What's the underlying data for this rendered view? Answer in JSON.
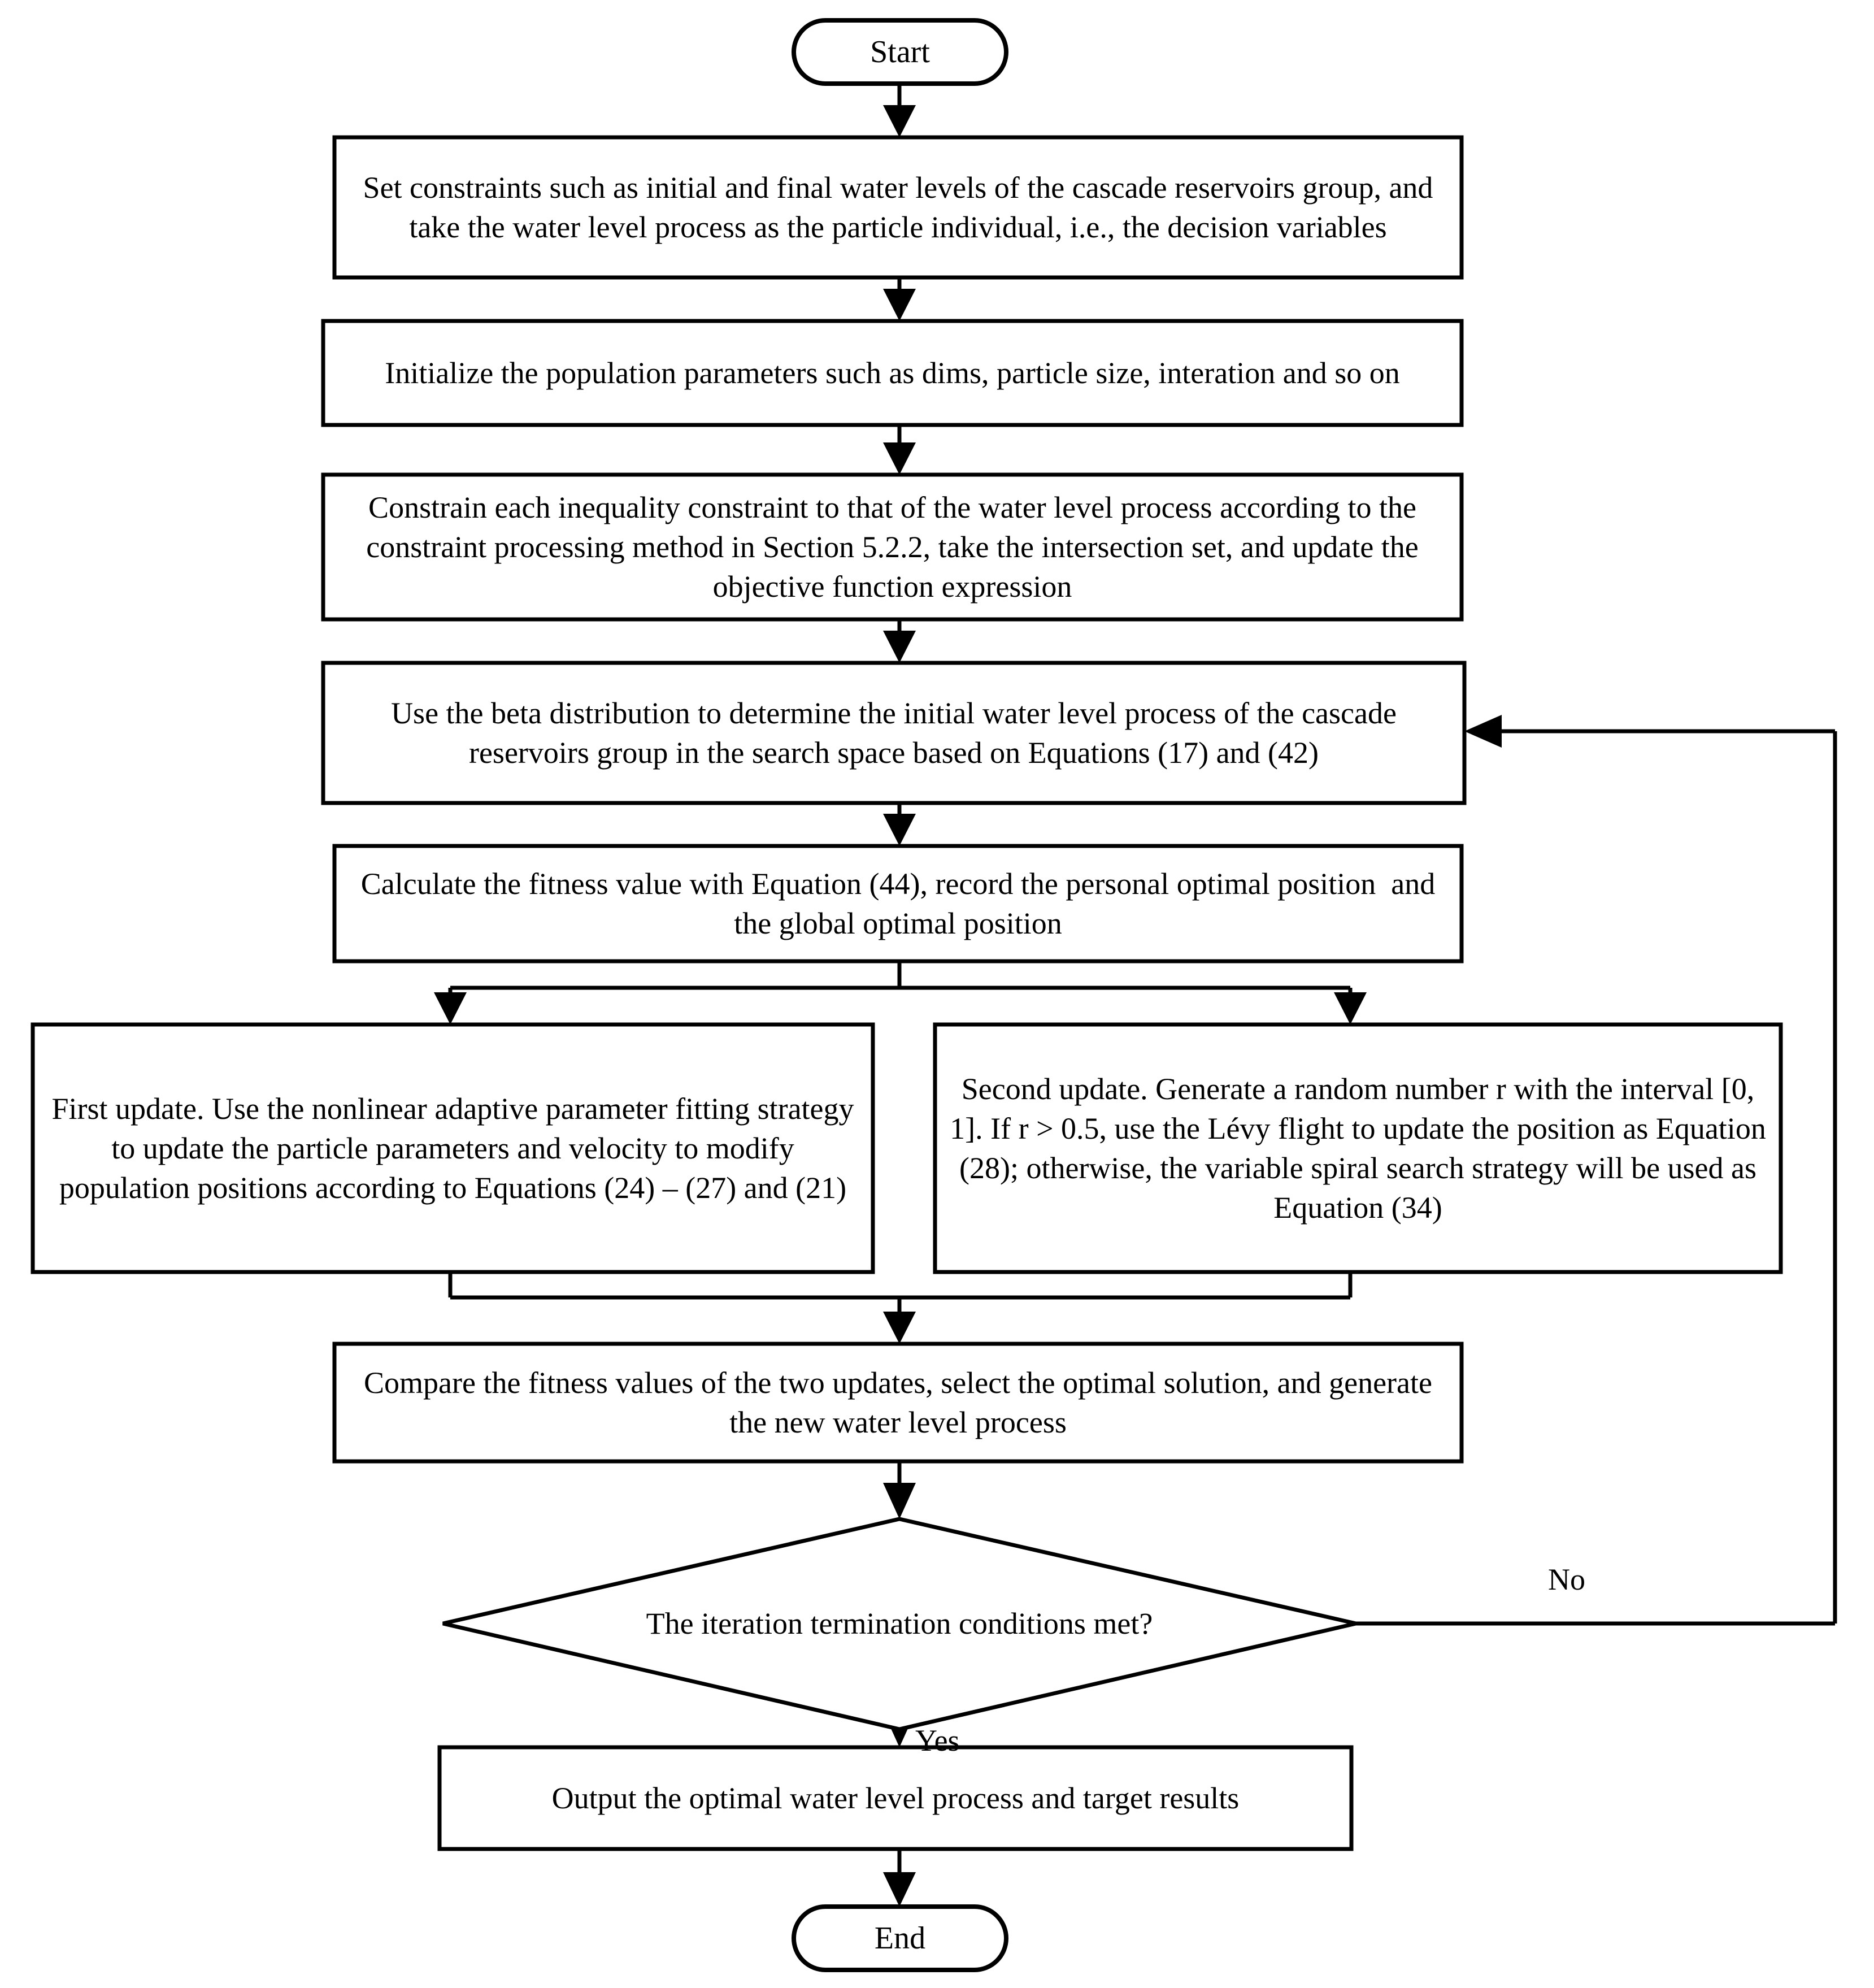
{
  "diagram": {
    "title": "Optimization algorithm flowchart for cascade reservoirs water level process",
    "background_color": "#ffffff",
    "line_color": "#000000",
    "text_color": "#000000"
  },
  "nodes": {
    "start": {
      "type": "terminator",
      "label": "Start"
    },
    "set_constraints": {
      "type": "process",
      "label": "Set constraints such as initial and final water levels of the cascade reservoirs group, and take the water level process as the particle individual, i.e., the decision variables"
    },
    "initialize_population": {
      "type": "process",
      "label": "Initialize the population parameters such as dims, particle size, interation and so on"
    },
    "constrain_inequality": {
      "type": "process",
      "label": "Constrain each inequality constraint to that of the water level process according to the constraint processing method in Section 5.2.2, take the intersection set, and update the objective function expression"
    },
    "beta_distribution": {
      "type": "process",
      "label": "Use the beta distribution to determine the initial water level process of the cascade reservoirs group in the search space based on Equations (17) and (42)"
    },
    "calculate_fitness": {
      "type": "process",
      "label": "Calculate the fitness value with Equation (44), record the personal optimal position  and the global optimal position"
    },
    "first_update": {
      "type": "process",
      "label": "First update. Use the nonlinear adaptive parameter fitting strategy to update the particle parameters and velocity to modify population positions according to Equations (24) – (27) and (21)"
    },
    "second_update": {
      "type": "process",
      "label": "Second update. Generate a random number r with the interval [0, 1]. If r > 0.5, use the Lévy flight to update the position as Equation (28); otherwise, the variable spiral search strategy will be used as Equation (34)"
    },
    "compare_fitness": {
      "type": "process",
      "label": "Compare the fitness values of the two updates, select the optimal solution, and generate the new water level process"
    },
    "termination_decision": {
      "type": "decision",
      "label": "The iteration termination conditions met?"
    },
    "output_results": {
      "type": "process",
      "label": "Output the optimal water level process and target results"
    },
    "end": {
      "type": "terminator",
      "label": "End"
    }
  },
  "edge_labels": {
    "no": "No",
    "yes": "Yes"
  }
}
